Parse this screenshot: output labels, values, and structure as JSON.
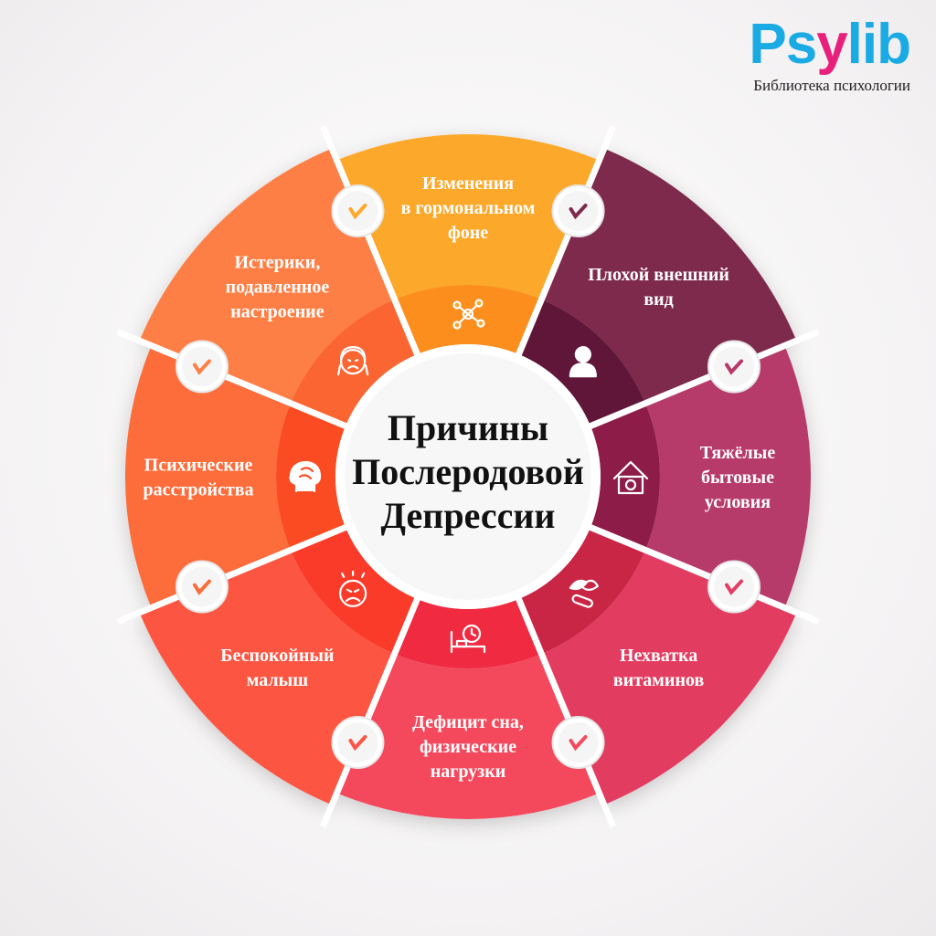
{
  "brand": {
    "logo_part1": "Ps",
    "logo_part2": "y",
    "logo_part3": "lib",
    "subtitle": "Библиотека психологии"
  },
  "center": {
    "lines": [
      "Причины",
      "Послеродовой",
      "Депрессии"
    ]
  },
  "segments": [
    {
      "lines": [
        "Изменения",
        "в гормональном",
        "фоне"
      ],
      "icon": "network-icon",
      "color": "#fca82b",
      "inner_color": "#fb8e1a"
    },
    {
      "lines": [
        "Плохой внешний",
        "вид"
      ],
      "icon": "woman-icon",
      "color": "#7e2a4d",
      "inner_color": "#5f1738"
    },
    {
      "lines": [
        "Тяжёлые",
        "бытовые",
        "условия"
      ],
      "icon": "home-gear-icon",
      "color": "#b63a6a",
      "inner_color": "#8e1d4a"
    },
    {
      "lines": [
        "Нехватка",
        "витаминов"
      ],
      "icon": "pills-icon",
      "color": "#e23e61",
      "inner_color": "#c92545"
    },
    {
      "lines": [
        "Дефицит сна,",
        "физические",
        "нагрузки"
      ],
      "icon": "sleep-clock-icon",
      "color": "#f44a5d",
      "inner_color": "#f02b3f"
    },
    {
      "lines": [
        "Беспокойный",
        "малыш"
      ],
      "icon": "crying-baby-icon",
      "color": "#fc5542",
      "inner_color": "#fb3a2c"
    },
    {
      "lines": [
        "Психические",
        "расстройства"
      ],
      "icon": "brain-head-icon",
      "color": "#fd6c3b",
      "inner_color": "#fb4c22"
    },
    {
      "lines": [
        "Истерики,",
        "подавленное",
        "настроение"
      ],
      "icon": "sad-girl-icon",
      "color": "#fe7f44",
      "inner_color": "#fb6530"
    }
  ]
}
